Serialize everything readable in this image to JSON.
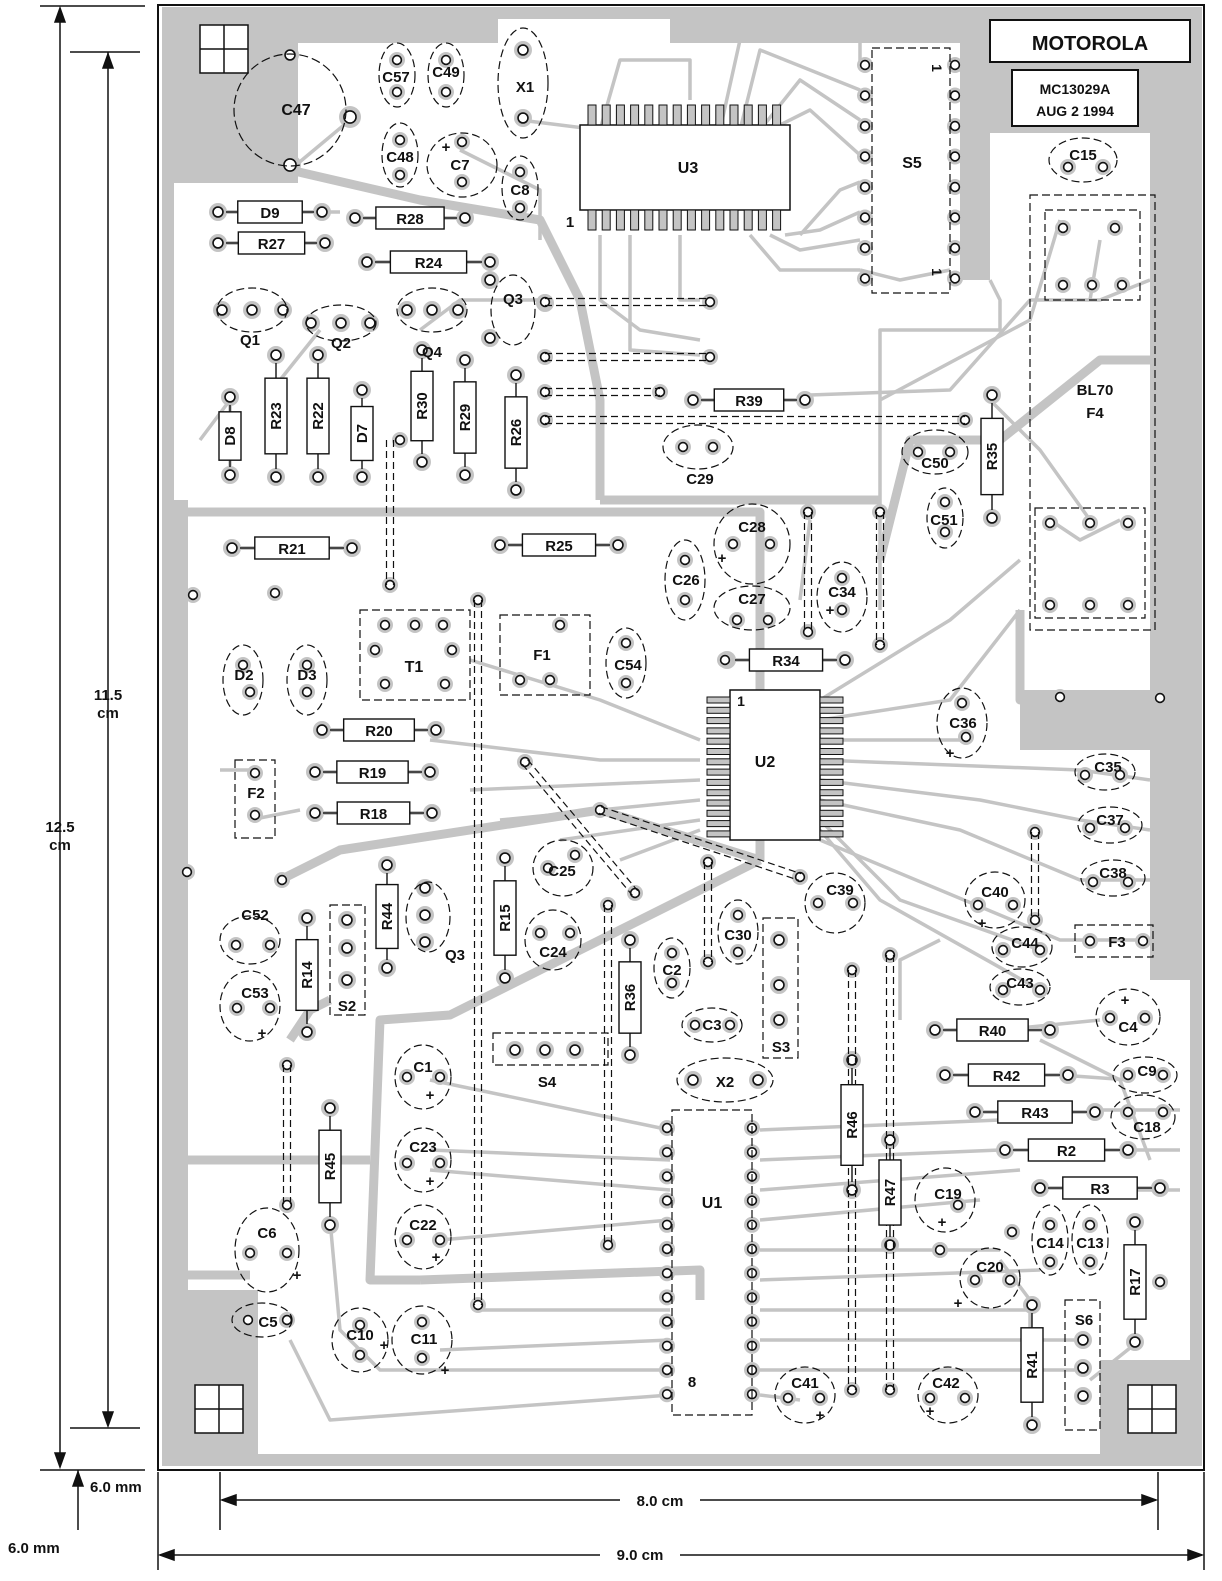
{
  "header": {
    "brand": "MOTOROLA",
    "part": "MC13029A",
    "date": "AUG 2 1994"
  },
  "dimensions": {
    "height_outer": "12.5",
    "height_outer_unit": "cm",
    "height_inner": "11.5",
    "height_inner_unit": "cm",
    "margin_v": "6.0 mm",
    "margin_h": "6.0 mm",
    "width_inner": "8.0 cm",
    "width_outer": "9.0 cm"
  },
  "block_label": {
    "line1": "BL70",
    "line2": "F4"
  },
  "components": {
    "resistors": [
      "R28",
      "R24",
      "R27",
      "R23",
      "R22",
      "R30",
      "R29",
      "R26",
      "R39",
      "R35",
      "R21",
      "R25",
      "R34",
      "R20",
      "R19",
      "R18",
      "R15",
      "R14",
      "R44",
      "R36",
      "R45",
      "R46",
      "R47",
      "R40",
      "R42",
      "R43",
      "R2",
      "R3",
      "R17",
      "R41"
    ],
    "capacitors": [
      "C47",
      "C57",
      "C49",
      "C48",
      "C7",
      "C8",
      "C15",
      "C29",
      "C50",
      "C51",
      "C28",
      "C26",
      "C27",
      "C34",
      "C54",
      "C36",
      "C35",
      "C37",
      "C38",
      "C25",
      "C24",
      "C39",
      "C40",
      "C44",
      "C43",
      "C52",
      "C53",
      "C2",
      "C30",
      "C3",
      "C4",
      "C9",
      "C18",
      "C1",
      "C23",
      "C22",
      "C6",
      "C5",
      "C10",
      "C11",
      "C19",
      "C14",
      "C13",
      "C20",
      "C41",
      "C42"
    ],
    "semis": [
      "D9",
      "D8",
      "D7",
      "D2",
      "D3",
      "Q1",
      "Q2",
      "Q3",
      "Q4",
      "Q3"
    ],
    "ics": [
      "U3",
      "U2",
      "U1"
    ],
    "misc": [
      "X1",
      "X2",
      "S5",
      "S2",
      "S3",
      "S4",
      "S6",
      "T1",
      "F1",
      "F2",
      "F3"
    ],
    "pin_markers": [
      "1",
      "1",
      "8",
      "1",
      "1"
    ],
    "polarity_mark": "+"
  }
}
